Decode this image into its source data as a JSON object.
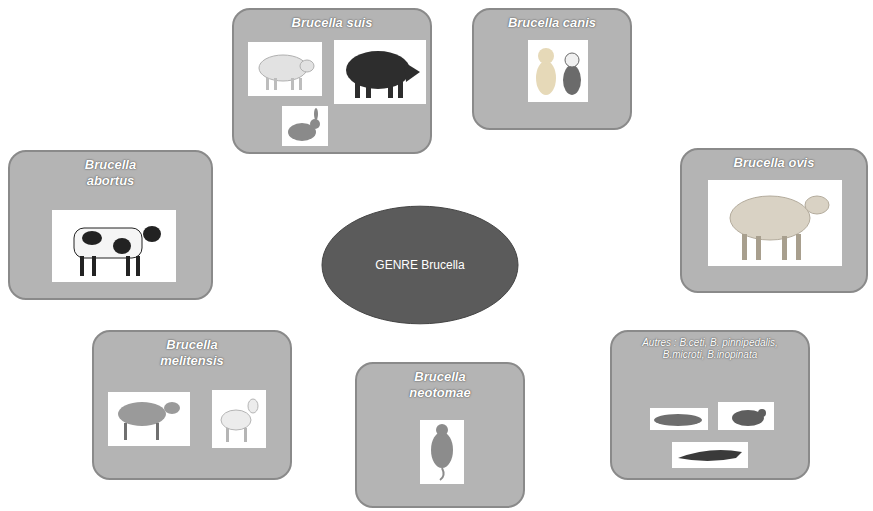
{
  "diagram": {
    "nodes": [
      {
        "text": [
          "Brucella suis"
        ]
      },
      {
        "text": [
          "Brucella canis"
        ]
      },
      {
        "text": [
          "Brucella abortus"
        ]
      },
      {
        "text": [
          "Brucella ovis"
        ]
      },
      {
        "text": [
          "GENRE Brucella"
        ]
      },
      {
        "text": [
          "Brucella melitensis"
        ]
      },
      {
        "text": [
          "Brucella neotomae"
        ]
      },
      {
        "text": [
          "Autres : B.ceti, B. pinnipedalis, B.microti, B.inopinata"
        ]
      }
    ]
  }
}
